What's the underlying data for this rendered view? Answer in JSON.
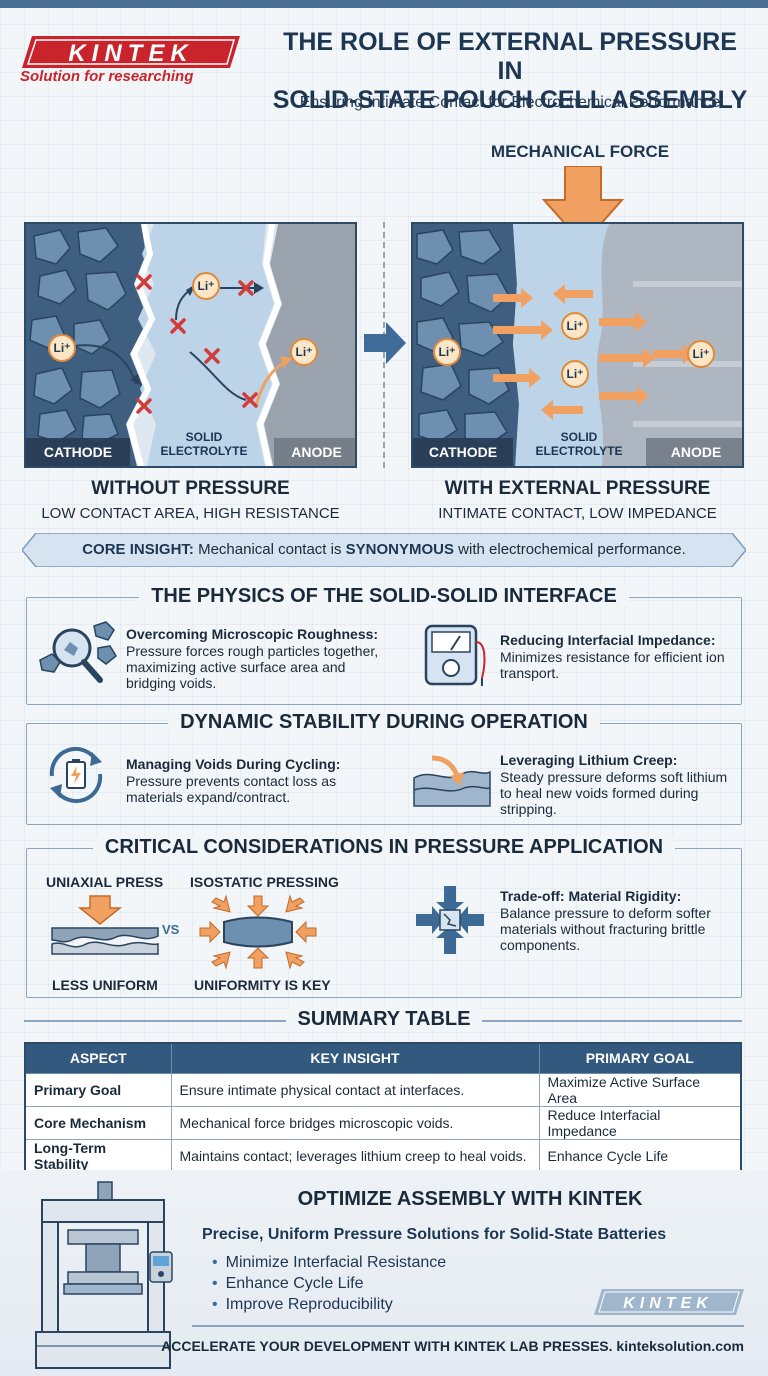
{
  "header": {
    "logo_text": "KINTEK",
    "logo_tagline": "Solution for researching",
    "title_line1": "THE ROLE OF EXTERNAL PRESSURE IN",
    "title_line2": "SOLID-STATE POUCH CELL ASSEMBLY",
    "subtitle": "Ensuring Intimate Contact for Electrochemical Performance"
  },
  "diagram": {
    "force_label": "MECHANICAL FORCE",
    "ion_label": "Li⁺",
    "left": {
      "cathode": "CATHODE",
      "electrolyte_line1": "SOLID",
      "electrolyte_line2": "ELECTROLYTE",
      "anode": "ANODE",
      "heading": "WITHOUT PRESSURE",
      "caption": "LOW CONTACT AREA, HIGH RESISTANCE"
    },
    "right": {
      "cathode": "CATHODE",
      "electrolyte_line1": "SOLID",
      "electrolyte_line2": "ELECTROLYTE",
      "anode": "ANODE",
      "heading": "WITH EXTERNAL PRESSURE",
      "caption": "INTIMATE CONTACT, LOW IMPEDANCE"
    }
  },
  "insight": {
    "label": "CORE INSIGHT:",
    "text_a": " Mechanical contact is ",
    "emph": "SYNONYMOUS",
    "text_b": " with electrochemical performance."
  },
  "physics": {
    "title": "THE PHYSICS OF THE SOLID-SOLID INTERFACE",
    "item1_title": "Overcoming Microscopic Roughness:",
    "item1_l1": "Pressure forces rough particles together,",
    "item1_l2": "maximizing active surface area and",
    "item1_l3": "bridging voids.",
    "item2_title": "Reducing Interfacial Impedance:",
    "item2_l1": "Minimizes resistance for efficient ion",
    "item2_l2": "transport."
  },
  "stability": {
    "title": "DYNAMIC STABILITY DURING OPERATION",
    "item1_title": "Managing Voids During Cycling:",
    "item1_l1": "Pressure prevents contact loss as",
    "item1_l2": "materials expand/contract.",
    "item2_title": "Leveraging Lithium Creep:",
    "item2_l1": "Steady pressure deforms soft lithium",
    "item2_l2": "to heal new voids formed during",
    "item2_l3": "stripping."
  },
  "considerations": {
    "title": "CRITICAL CONSIDERATIONS IN PRESSURE APPLICATION",
    "uniaxial": "UNIAXIAL PRESS",
    "isostatic": "ISOSTATIC PRESSING",
    "vs": "VS",
    "less_uniform": "LESS UNIFORM",
    "uniformity": "UNIFORMITY IS KEY",
    "tradeoff_title": "Trade-off: Material Rigidity:",
    "tradeoff_l1": "Balance pressure to deform softer",
    "tradeoff_l2": "materials without fracturing brittle",
    "tradeoff_l3": "components."
  },
  "summary": {
    "title": "SUMMARY TABLE",
    "headers": [
      "ASPECT",
      "KEY INSIGHT",
      "PRIMARY GOAL"
    ],
    "rows": [
      [
        "Primary Goal",
        "Ensure intimate physical contact at interfaces.",
        "Maximize Active Surface Area"
      ],
      [
        "Core Mechanism",
        "Mechanical force bridges microscopic voids.",
        "Reduce Interfacial Impedance"
      ],
      [
        "Long-Term Stability",
        "Maintains contact; leverages lithium creep to heal voids.",
        "Enhance Cycle Life"
      ]
    ]
  },
  "optimize": {
    "title": "OPTIMIZE ASSEMBLY WITH KINTEK",
    "subtitle": "Precise, Uniform Pressure Solutions for Solid-State Batteries",
    "bullets": [
      "Minimize Interfacial Resistance",
      "Enhance Cycle Life",
      "Improve Reproducibility"
    ],
    "logo_text": "KINTEK",
    "footer": "ACCELERATE YOUR DEVELOPMENT WITH KINTEK LAB PRESSES. kinteksolution.com"
  },
  "colors": {
    "accent_red": "#c9242b",
    "navy": "#1d3652",
    "orange": "#f0a060",
    "table_header": "#34597e"
  }
}
